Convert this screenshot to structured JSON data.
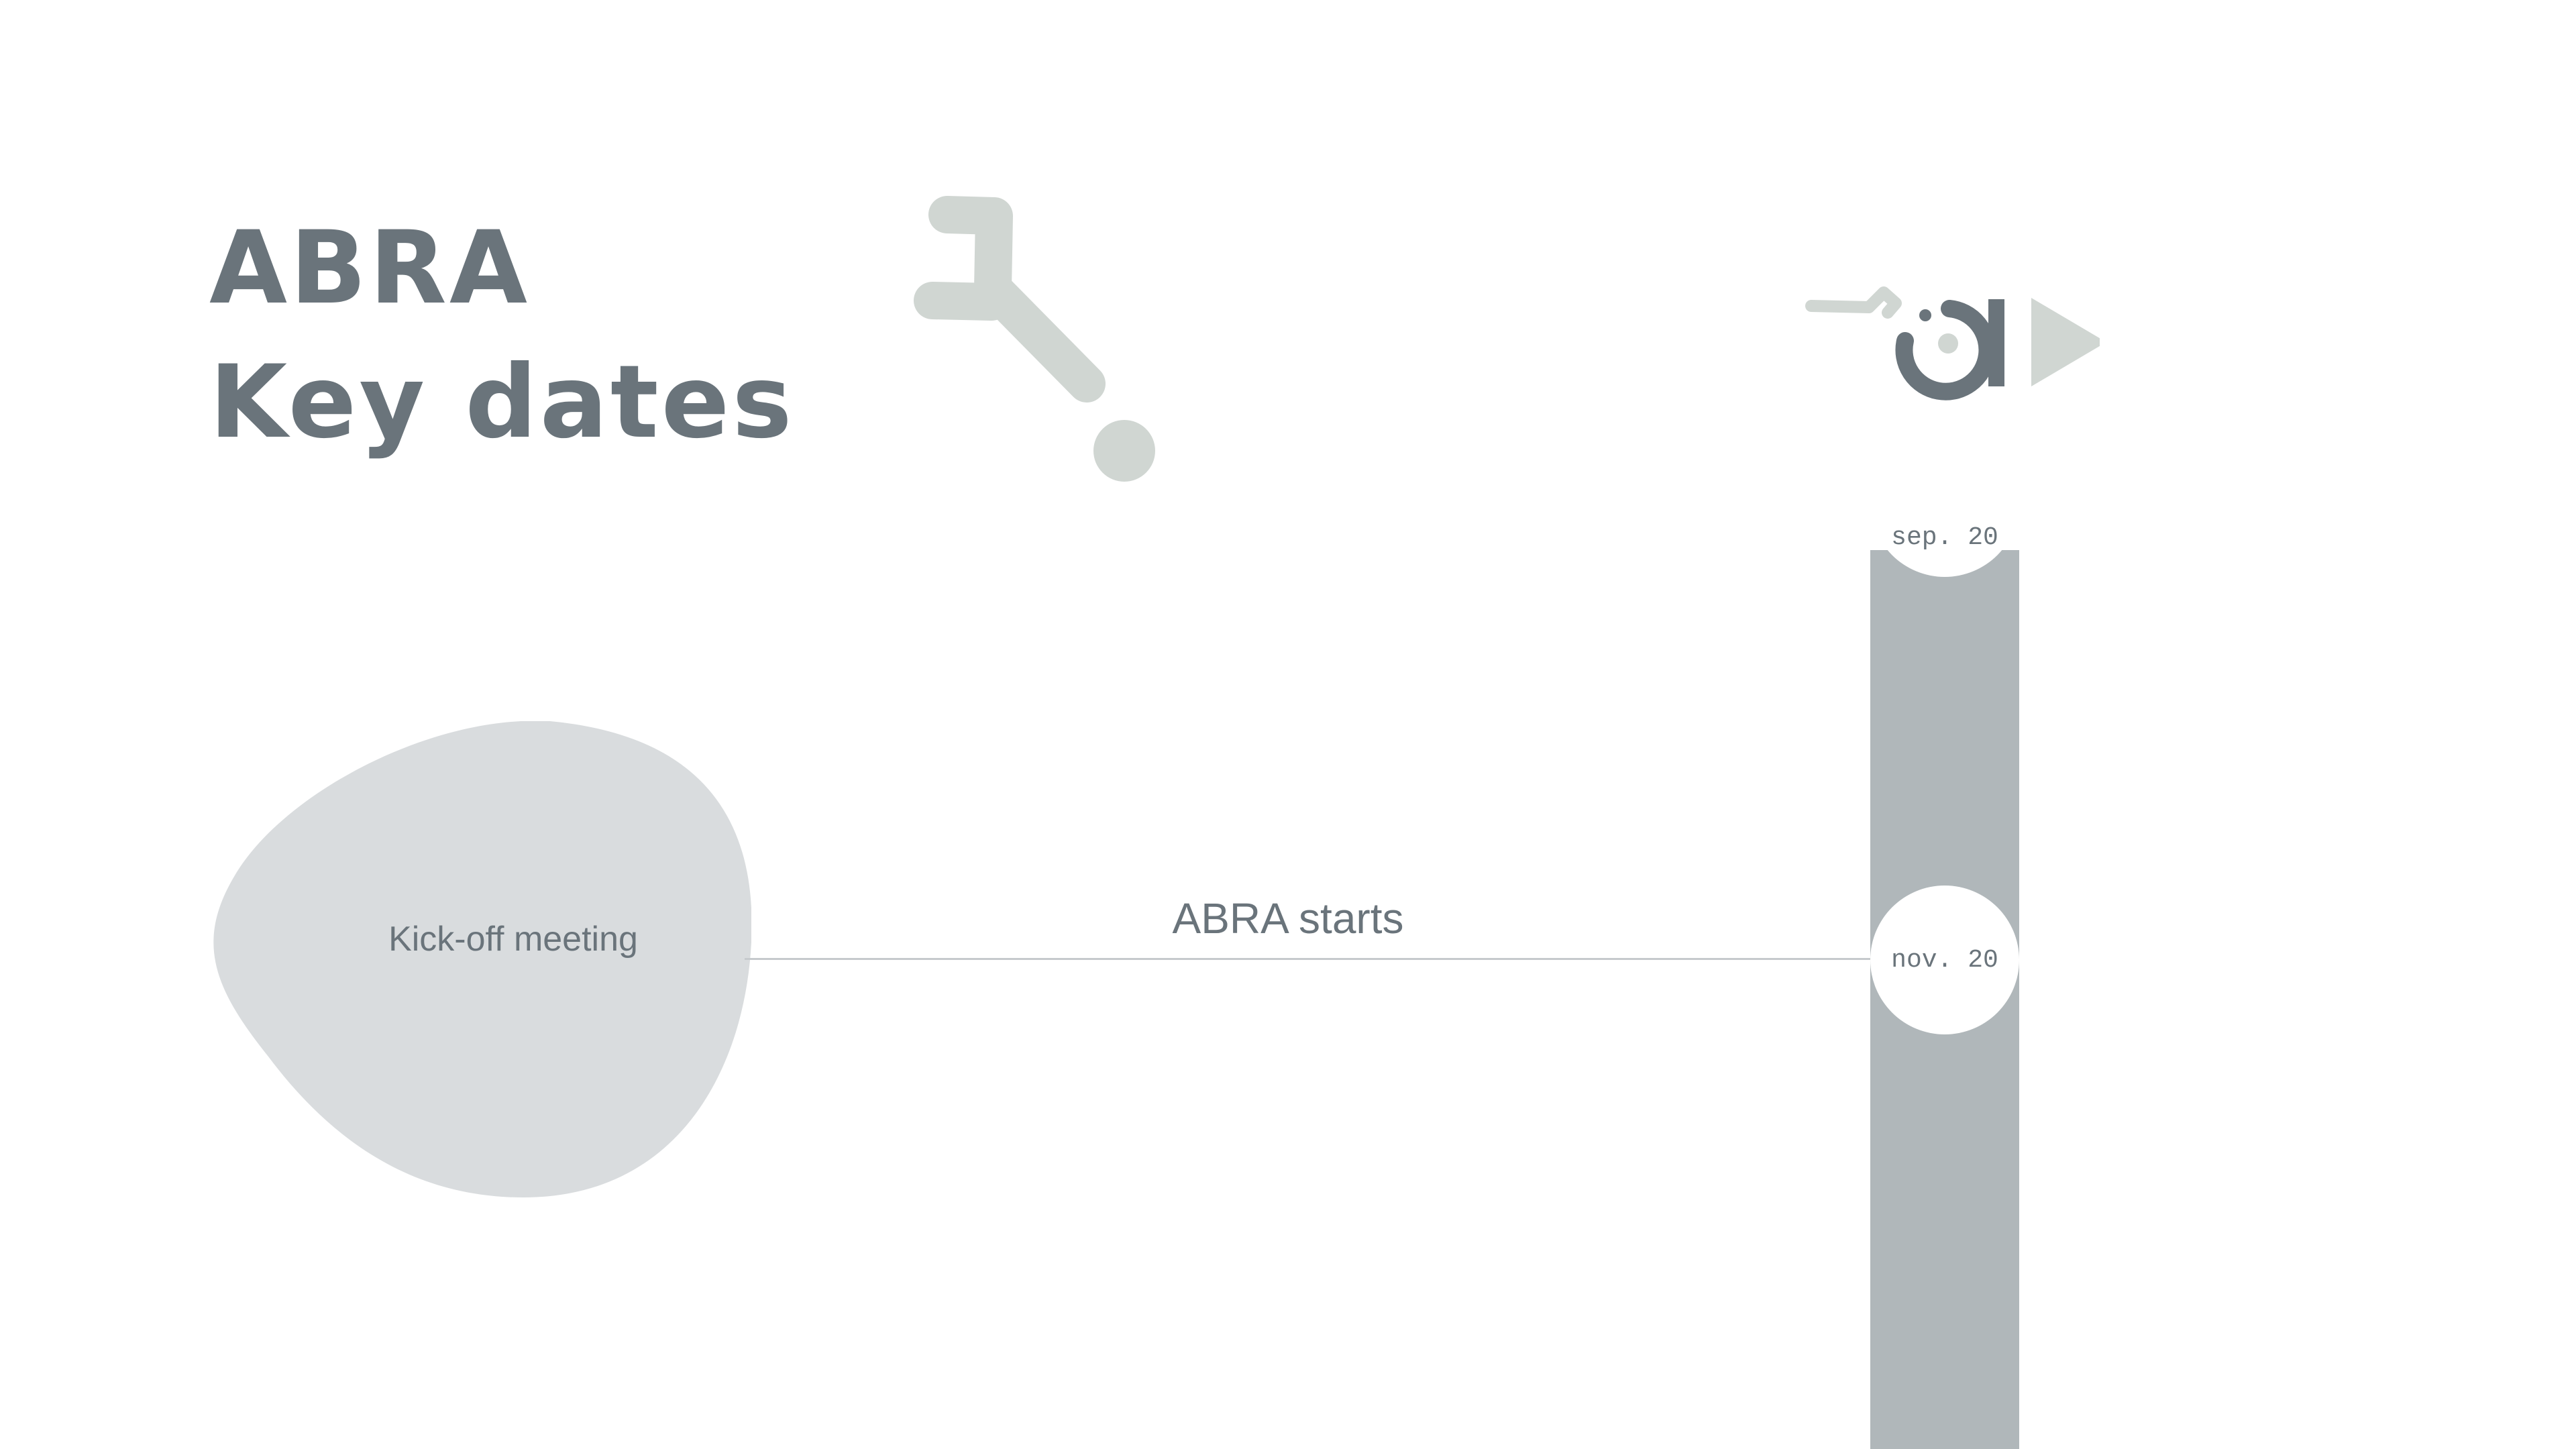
{
  "title": {
    "line1": "ABRA",
    "line2": "Key dates"
  },
  "timeline": {
    "dates": [
      {
        "label": "sep. 20"
      },
      {
        "label": "nov. 20"
      }
    ]
  },
  "milestone": {
    "shape_label": "Kick-off meeting",
    "event_label": "ABRA starts"
  },
  "colors": {
    "text": "#6a747b",
    "timeline_bar": "#b0b7ba",
    "blob_fill": "#d9dcde",
    "deco_accent": "#d0d6d2",
    "connector": "#c6cacd"
  },
  "icons": {
    "decoration": "abstract-wrench-icon",
    "brand": "abra-logo"
  }
}
